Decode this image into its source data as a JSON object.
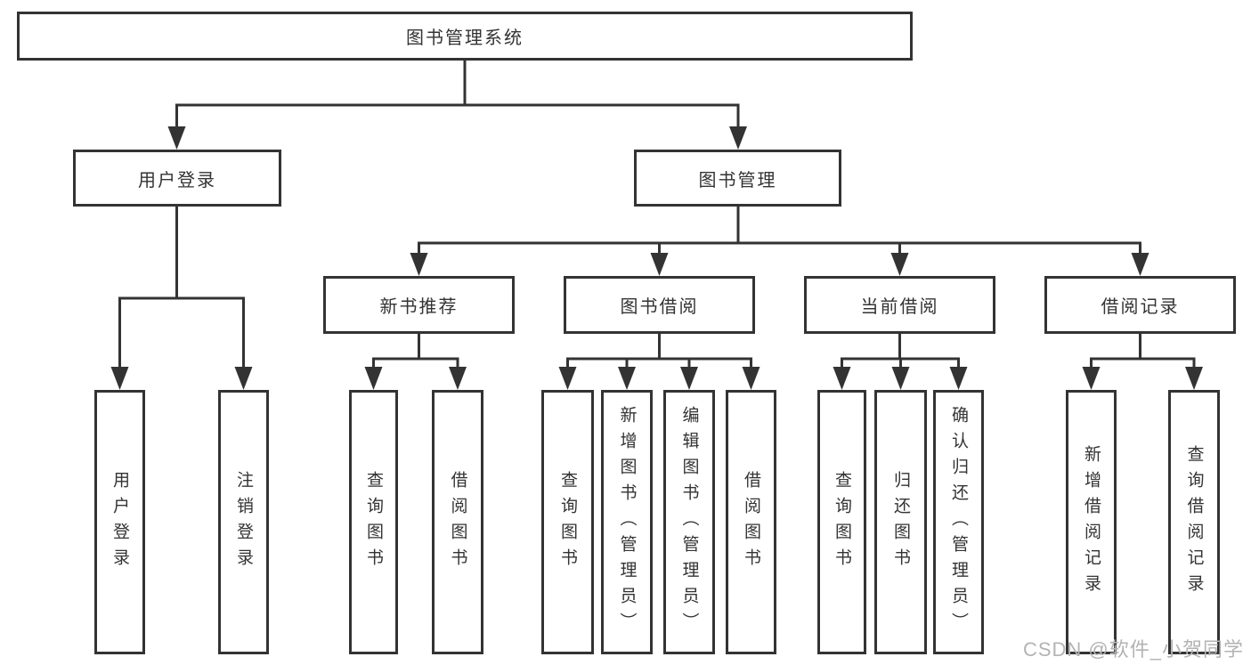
{
  "diagram": {
    "title": "图书管理系统",
    "tree": {
      "root": "图书管理系统",
      "branches": [
        {
          "label": "用户登录",
          "children": [
            {
              "label": "用户登录"
            },
            {
              "label": "注销登录"
            }
          ]
        },
        {
          "label": "图书管理",
          "children": [
            {
              "label": "新书推荐",
              "children": [
                {
                  "label": "查询图书"
                },
                {
                  "label": "借阅图书"
                }
              ]
            },
            {
              "label": "图书借阅",
              "children": [
                {
                  "label": "查询图书"
                },
                {
                  "label": "新增图书（管理员）"
                },
                {
                  "label": "编辑图书（管理员）"
                },
                {
                  "label": "借阅图书"
                }
              ]
            },
            {
              "label": "当前借阅",
              "children": [
                {
                  "label": "查询图书"
                },
                {
                  "label": "归还图书"
                },
                {
                  "label": "确认归还（管理员）"
                }
              ]
            },
            {
              "label": "借阅记录",
              "children": [
                {
                  "label": "新增借阅记录"
                },
                {
                  "label": "查询借阅记录"
                }
              ]
            }
          ]
        }
      ]
    },
    "watermark": "CSDN @软件_小贺同学",
    "colors": {
      "line": "#333333",
      "box_border": "#333333",
      "text": "#333333",
      "background": "#ffffff",
      "watermark": "#b3b3b3"
    }
  }
}
